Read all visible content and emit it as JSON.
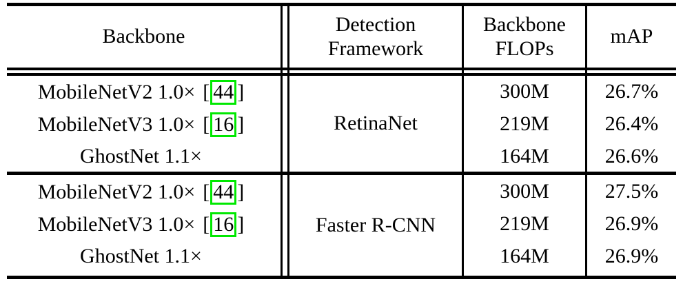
{
  "table": {
    "headers": [
      {
        "id": "backbone",
        "lines": [
          "Backbone"
        ]
      },
      {
        "id": "framework",
        "lines": [
          "Detection",
          "Framework"
        ]
      },
      {
        "id": "flops",
        "lines": [
          "Backbone",
          "FLOPs"
        ]
      },
      {
        "id": "map",
        "lines": [
          "mAP"
        ]
      }
    ],
    "citation_box_color": "#00e800",
    "groups": [
      {
        "framework": "RetinaNet",
        "rows": [
          {
            "backbone": "MobileNetV2 1.0×",
            "citation": "44",
            "flops": "300M",
            "map": "26.7%"
          },
          {
            "backbone": "MobileNetV3 1.0×",
            "citation": "16",
            "flops": "219M",
            "map": "26.4%"
          },
          {
            "backbone": "GhostNet 1.1×",
            "citation": "",
            "flops": "164M",
            "map": "26.6%"
          }
        ]
      },
      {
        "framework": "Faster R-CNN",
        "rows": [
          {
            "backbone": "MobileNetV2 1.0×",
            "citation": "44",
            "flops": "300M",
            "map": "27.5%"
          },
          {
            "backbone": "MobileNetV3 1.0×",
            "citation": "16",
            "flops": "219M",
            "map": "26.9%"
          },
          {
            "backbone": "GhostNet 1.1×",
            "citation": "",
            "flops": "164M",
            "map": "26.9%"
          }
        ]
      }
    ]
  }
}
